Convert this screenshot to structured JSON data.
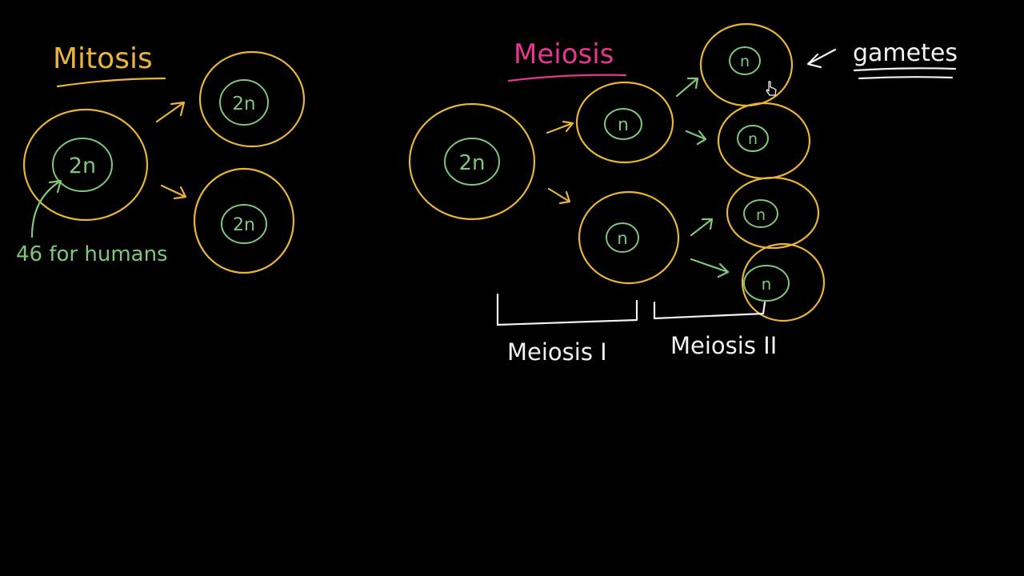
{
  "colors": {
    "background": "#000000",
    "cell": "#e8b43a",
    "nucleus": "#7ec77a",
    "mitosis_title": "#e8b43a",
    "meiosis_title": "#e8368f",
    "white": "#f2f2f2"
  },
  "mitosis": {
    "title": "Mitosis",
    "parent_label": "2n",
    "daughter_top_label": "2n",
    "daughter_bottom_label": "2n",
    "annotation": "46 for humans"
  },
  "meiosis": {
    "title": "Meiosis",
    "parent_label": "2n",
    "stage1_top_label": "n",
    "stage1_bottom_label": "n",
    "gamete_labels": [
      "n",
      "n",
      "n",
      "n"
    ],
    "gametes_label": "gametes",
    "phase1_label": "Meiosis I",
    "phase2_label": "Meiosis II"
  },
  "cursor_icon": "pointer-hand-icon"
}
